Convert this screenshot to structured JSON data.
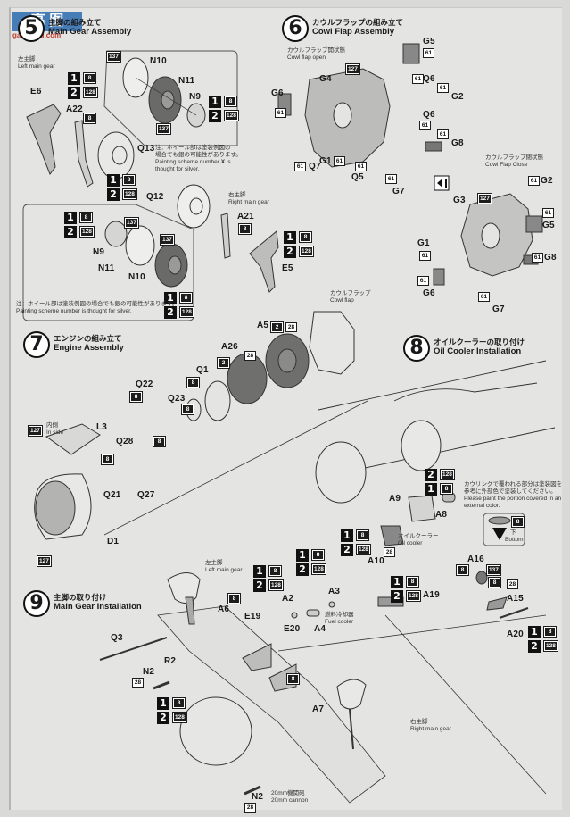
{
  "watermark": {
    "chars": "高 图",
    "url": "gao.shou.com"
  },
  "step5": {
    "number": "5",
    "title_jp": "主脚の組み立て",
    "title_en": "Main Gear Assembly",
    "left_gear_jp": "左主脚",
    "left_gear_en": "Left main gear",
    "right_gear_jp": "右主脚",
    "right_gear_en": "Right main gear",
    "parts": [
      "E6",
      "A22",
      "Q13",
      "Q12",
      "N10",
      "N11",
      "N9",
      "A21",
      "E5"
    ],
    "note_jp_1": "注：ホイール部は塗装例図の",
    "note_jp_2": "場合でも銀の可能性があります。",
    "note_en_1": "Painting  scheme  number",
    "note_en_1b": "is",
    "note_en_2": "thought for silver.",
    "note2_jp": "注：ホイール部は塗装例図の場合でも銀の可能性があります。",
    "note2_en": "Painting  scheme  number        is thought for silver.",
    "scheme_mark": "X"
  },
  "step6": {
    "number": "6",
    "title_jp": "カウルフラップの組み立て",
    "title_en": "Cowl Flap Assembly",
    "open_jp": "カウルフラップ開状態",
    "open_en": "Cowl flap open",
    "close_jp": "カウルフラップ閉状態",
    "close_en": "Cowl Flap Close",
    "parts_open": [
      "G5",
      "G4",
      "G6",
      "Q6",
      "G2",
      "Q6",
      "G8",
      "G1",
      "Q7",
      "Q5",
      "G7"
    ],
    "parts_close": [
      "G2",
      "G3",
      "G5",
      "G1",
      "G8",
      "G6",
      "G7"
    ]
  },
  "step7": {
    "number": "7",
    "title_jp": "エンジンの組み立て",
    "title_en": "Engine Assembly",
    "cowl_flap_jp": "カウルフラップ",
    "cowl_flap_en": "Cowl flap",
    "inside_jp": "内側",
    "inside_en": "In side",
    "parts": [
      "A5",
      "A26",
      "Q1",
      "Q22",
      "Q23",
      "L3",
      "Q28",
      "Q21",
      "Q27",
      "D1"
    ]
  },
  "step8": {
    "number": "8",
    "title_jp": "オイルクーラーの取り付け",
    "title_en": "Oil Cooler Installation",
    "note_jp_1": "カウリングで覆われる部分は塗装図を",
    "note_jp_2": "参考に外部色で塗装してください。",
    "note_en_1": "Please paint the portion covered in an",
    "note_en_2": "external color.",
    "oil_cooler_jp": "オイルクーラー",
    "oil_cooler_en": "Oil cooler",
    "bottom_jp": "下",
    "bottom_en": "Bottom",
    "parts": [
      "A9",
      "A8",
      "A10"
    ]
  },
  "step9": {
    "number": "9",
    "title_jp": "主脚の取り付け",
    "title_en": "Main Gear Installation",
    "left_gear_jp": "左主脚",
    "left_gear_en": "Left main gear",
    "right_gear_jp": "右主脚",
    "right_gear_en": "Right main gear",
    "fuel_cooler_jp": "燃料冷却器",
    "fuel_cooler_en": "Fuel cooler",
    "cannon_jp": "20mm機関砲",
    "cannon_en": "20mm cannon",
    "parts": [
      "Q3",
      "R2",
      "N2",
      "N2",
      "A6",
      "E19",
      "E20",
      "A2",
      "A3",
      "A4",
      "A7",
      "A16",
      "A15",
      "A19",
      "A20"
    ]
  },
  "paint_codes": {
    "c8": "8",
    "c128": "128",
    "c137": "137",
    "c61": "61",
    "c127": "127",
    "c2": "2",
    "c28": "28"
  },
  "seq": {
    "one": "1",
    "two": "2"
  }
}
